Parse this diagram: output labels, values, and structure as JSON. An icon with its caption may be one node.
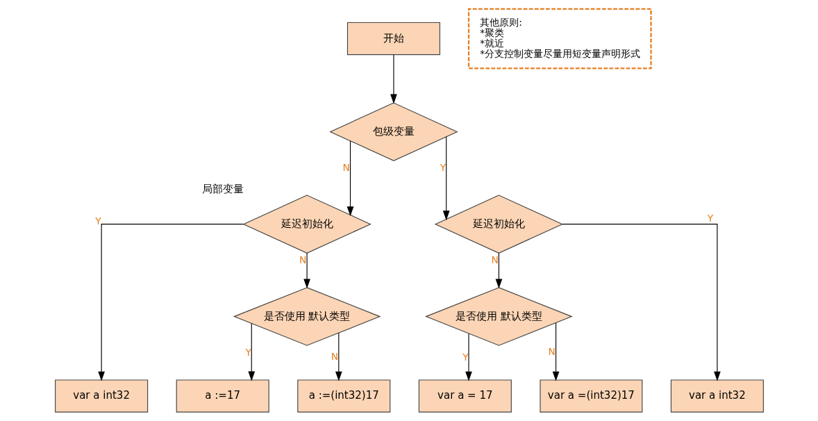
{
  "diagram": {
    "nodes": [
      {
        "text": [
          "开始"
        ]
      },
      {
        "text": [
          "包级变量"
        ]
      },
      {
        "text": [
          "延迟初始化"
        ],
        "beside": [
          "局部变量"
        ]
      },
      {
        "text": [
          "延迟初始化"
        ]
      },
      {
        "text": [
          "是否使用 默认类型"
        ]
      },
      {
        "text": [
          "是否使用 默认类型"
        ]
      },
      {
        "text": [
          "var a int32"
        ]
      },
      {
        "text": [
          "a :=17"
        ]
      },
      {
        "text": [
          "a :=(int32)17"
        ]
      },
      {
        "text": [
          "var a = 17"
        ]
      },
      {
        "text": [
          "var a =(int32)17"
        ]
      },
      {
        "text": [
          "var a int32"
        ]
      },
      {
        "text": [
          "其他原则:",
          "*聚类",
          "*就近",
          "*分支控制变量尽量用短变量声明形式"
        ]
      }
    ],
    "edges": [
      {
        "from": 0,
        "to": 1,
        "arrow": "to"
      },
      {
        "from": 1,
        "to": 2,
        "arrow": "to",
        "label": "N"
      },
      {
        "from": 1,
        "to": 3,
        "arrow": "to",
        "label": "Y"
      },
      {
        "from": 2,
        "to": 6,
        "arrow": "to",
        "label": "Y"
      },
      {
        "from": 2,
        "to": 4,
        "arrow": "to",
        "label": "N"
      },
      {
        "from": 4,
        "to": 7,
        "arrow": "to",
        "label": "Y"
      },
      {
        "from": 4,
        "to": 8,
        "arrow": "to",
        "label": "N"
      },
      {
        "from": 3,
        "to": 5,
        "arrow": "to",
        "label": "N"
      },
      {
        "from": 3,
        "to": 11,
        "arrow": "to",
        "label": "Y"
      },
      {
        "from": 5,
        "to": 9,
        "arrow": "to",
        "label": "Y"
      },
      {
        "from": 5,
        "to": 10,
        "arrow": "to",
        "label": "N"
      }
    ]
  }
}
